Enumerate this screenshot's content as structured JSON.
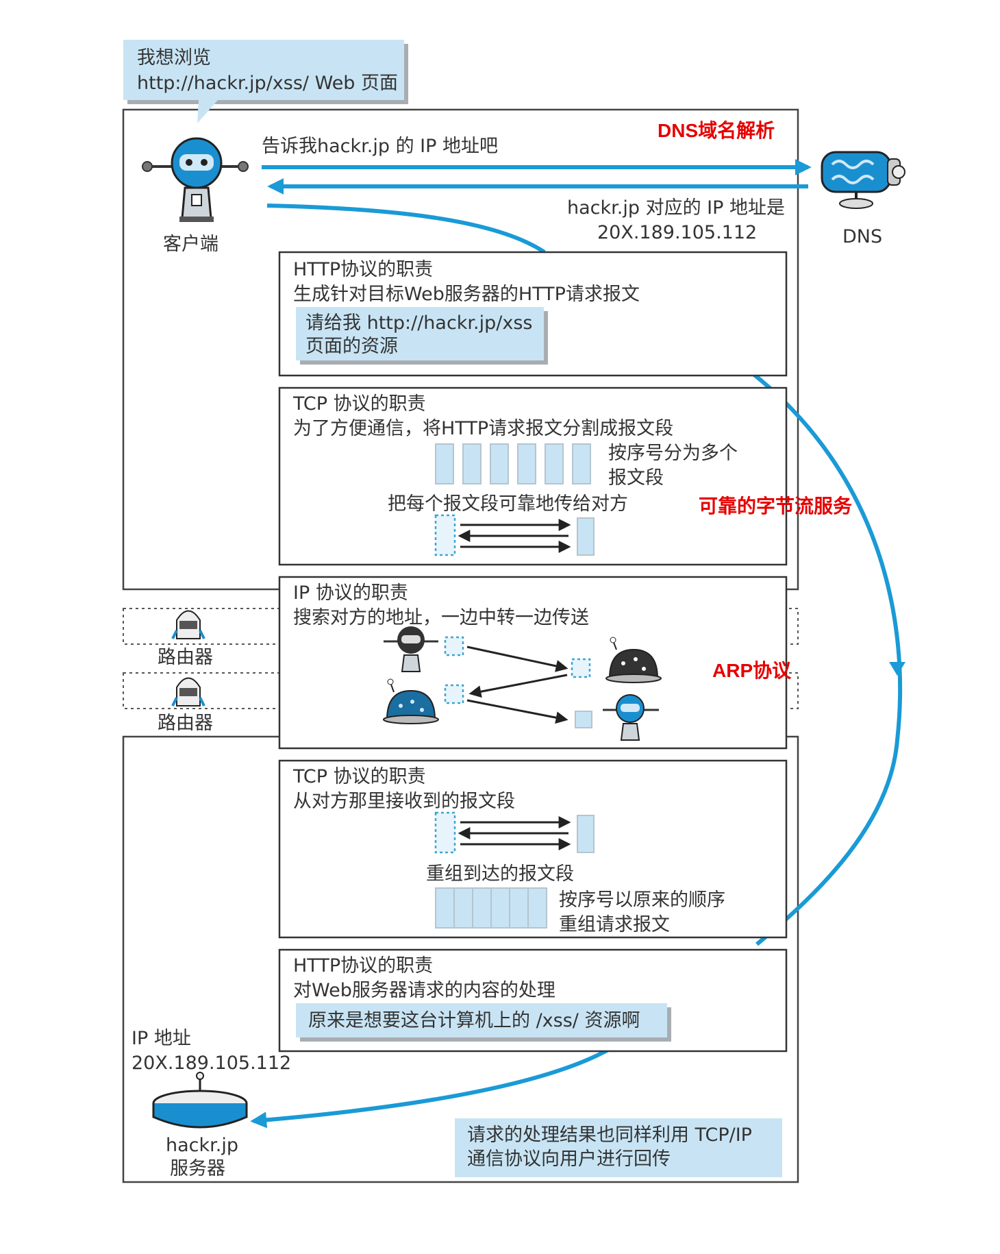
{
  "speech_bubble": {
    "line1": "我想浏览",
    "line2": "http://hackr.jp/xss/ Web 页面"
  },
  "client": {
    "label": "客户端"
  },
  "dns_query": "告诉我hackr.jp 的 IP 地址吧",
  "dns_reply": {
    "line1": "hackr.jp 对应的 IP 地址是",
    "line2": "20X.189.105.112"
  },
  "dns": {
    "label": "DNS"
  },
  "red_labels": {
    "dns": "DNS域名解析",
    "tcp": "可靠的字节流服务",
    "arp": "ARP协议"
  },
  "http_client": {
    "title": "HTTP协议的职责",
    "desc": "生成针对目标Web服务器的HTTP请求报文",
    "callout_line1": "请给我 http://hackr.jp/xss",
    "callout_line2": "页面的资源"
  },
  "tcp_client": {
    "title": "TCP 协议的职责",
    "desc": "为了方便通信，将HTTP请求报文分割成报文段",
    "segment_note_1": "按序号分为多个",
    "segment_note_2": "报文段",
    "transfer_note": "把每个报文段可靠地传给对方",
    "segment_count": 6
  },
  "ip": {
    "title": "IP 协议的职责",
    "desc": "搜索对方的地址，一边中转一边传送"
  },
  "routers": [
    {
      "label": "路由器"
    },
    {
      "label": "路由器"
    }
  ],
  "tcp_server": {
    "title": "TCP 协议的职责",
    "desc": "从对方那里接收到的报文段",
    "reassemble": "重组到达的报文段",
    "order_note_1": "按序号以原来的顺序",
    "order_note_2": "重组请求报文",
    "segment_count": 6
  },
  "http_server": {
    "title": "HTTP协议的职责",
    "desc": "对Web服务器请求的内容的处理",
    "callout": "原来是想要这台计算机上的 /xss/ 资源啊"
  },
  "server": {
    "ip_label": "IP 地址",
    "ip_value": "20X.189.105.112",
    "name_1": "hackr.jp",
    "name_2": "服务器"
  },
  "return_note": {
    "line1": "请求的处理结果也同样利用 TCP/IP",
    "line2": "通信协议向用户进行回传"
  },
  "colors": {
    "flow_blue": "#1a9ad6",
    "callout_fill": "#c8e4f4",
    "red": "#e60000"
  }
}
